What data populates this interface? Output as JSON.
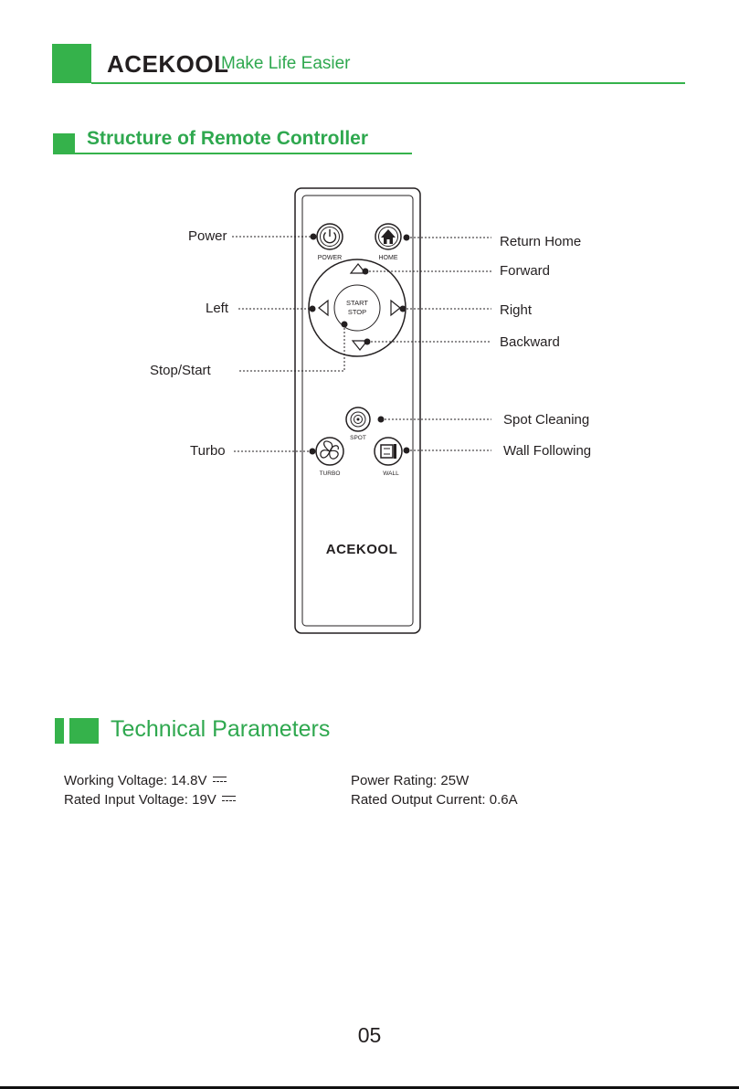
{
  "header": {
    "brand": "ACEKOOL",
    "tagline": "Make Life Easier"
  },
  "remote_section": {
    "title": "Structure of Remote Controller",
    "callouts": {
      "power": "Power",
      "left": "Left",
      "stop_start": "Stop/Start",
      "turbo": "Turbo",
      "return_home": "Return Home",
      "forward": "Forward",
      "right": "Right",
      "backward": "Backward",
      "spot_cleaning": "Spot Cleaning",
      "wall_following": "Wall Following"
    },
    "remote": {
      "power_label": "POWER",
      "home_label": "HOME",
      "start_label": "START",
      "stop_label": "STOP",
      "spot_label": "SPOT",
      "turbo_label": "TURBO",
      "wall_label": "WALL",
      "brand": "ACEKOOL"
    }
  },
  "tech_section": {
    "title": "Technical Parameters",
    "params": {
      "working_voltage": "Working Voltage: 14.8V",
      "rated_input_voltage": "Rated Input Voltage: 19V",
      "power_rating": "Power Rating: 25W",
      "rated_output_current": "Rated Output Current: 0.6A"
    }
  },
  "page_number": "05",
  "colors": {
    "accent": "#35b24b",
    "text": "#231f20"
  }
}
